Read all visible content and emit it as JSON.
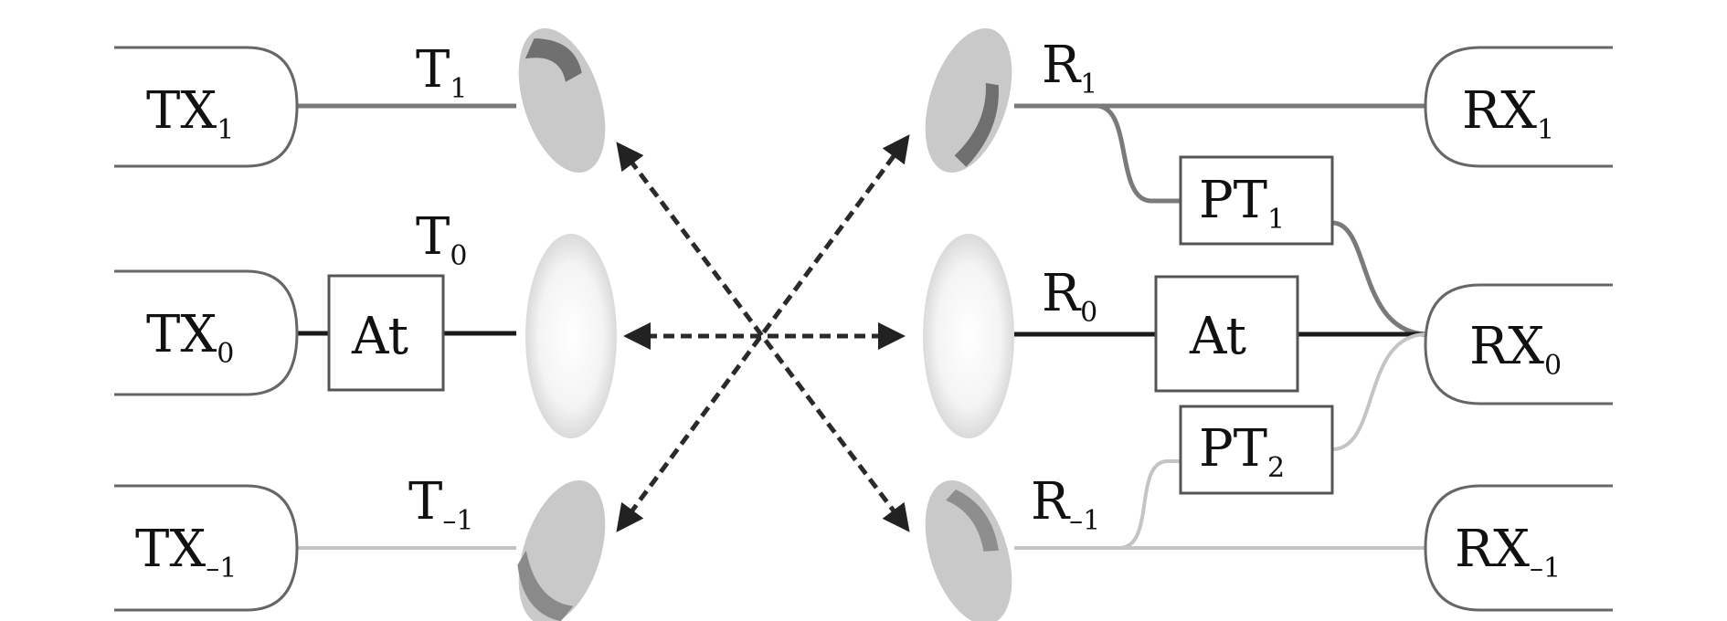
{
  "diagram": {
    "transmitters": [
      {
        "base": "TX",
        "sub": "1"
      },
      {
        "base": "TX",
        "sub": "0"
      },
      {
        "base": "TX",
        "sub": "–1"
      }
    ],
    "receivers": [
      {
        "base": "RX",
        "sub": "1"
      },
      {
        "base": "RX",
        "sub": "0"
      },
      {
        "base": "RX",
        "sub": "–1"
      }
    ],
    "tx_lenses": [
      {
        "base": "T",
        "sub": "1"
      },
      {
        "base": "T",
        "sub": "0"
      },
      {
        "base": "T",
        "sub": "–1"
      }
    ],
    "rx_lenses": [
      {
        "base": "R",
        "sub": "1"
      },
      {
        "base": "R",
        "sub": "0"
      },
      {
        "base": "R",
        "sub": "–1"
      }
    ],
    "attenuators": [
      {
        "label": "At"
      },
      {
        "label": "At"
      }
    ],
    "phase_tuners": [
      {
        "base": "PT",
        "sub": "1"
      },
      {
        "base": "PT",
        "sub": "2"
      }
    ],
    "colors": {
      "line_dark": "#1a1a1a",
      "line_mid": "#7a7a7a",
      "line_light": "#c4c4c4",
      "lens_gray": "#c9c9c9",
      "lens_stripe": "#6f6f6f",
      "arrow": "#2a2a2a"
    }
  }
}
